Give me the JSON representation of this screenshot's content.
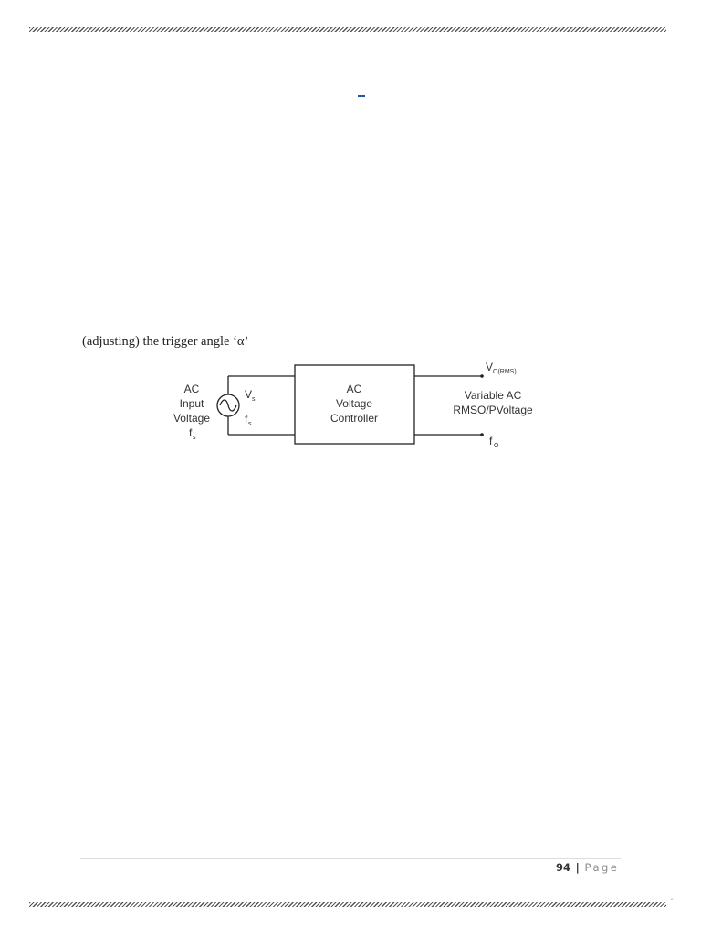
{
  "page": {
    "link_fragment": "_",
    "body_line": "(adjusting) the trigger angle ‘α’"
  },
  "diagram": {
    "input_label": [
      "AC",
      "Input",
      "Voltage"
    ],
    "input_freq_label": "f",
    "input_freq_sub": "s",
    "source_voltage_label": "V",
    "source_voltage_sub": "s",
    "source_freq_label": "f",
    "source_freq_sub": "s",
    "controller_label": [
      "AC",
      "Voltage",
      "Controller"
    ],
    "output_voltage_label": "V",
    "output_voltage_sub": "O(RMS)",
    "output_desc": [
      "Variable AC",
      "RMSO/PVoltage"
    ],
    "output_freq_label": "f",
    "output_freq_sub": "O"
  },
  "footer": {
    "page_number": "94",
    "separator": "|",
    "page_word": "Page",
    "corner_mark": "¨"
  }
}
